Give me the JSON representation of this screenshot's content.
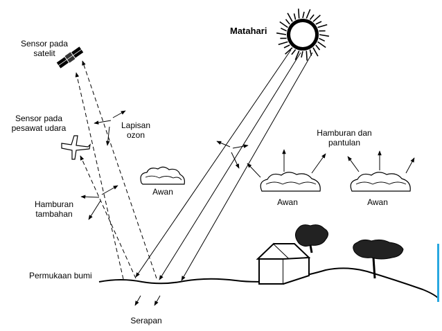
{
  "labels": {
    "sun": "Matahari",
    "satellite_sensor": [
      "Sensor pada",
      "satelit"
    ],
    "aircraft_sensor": [
      "Sensor pada",
      "pesawat udara"
    ],
    "ozone_layer": [
      "Lapisan",
      "ozon"
    ],
    "cloud_1": "Awan",
    "cloud_2": "Awan",
    "cloud_3": "Awan",
    "scatter_reflect": [
      "Hamburan dan",
      "pantulan"
    ],
    "extra_scatter": [
      "Hamburan",
      "tambahan"
    ],
    "earth_surface": "Permukaan bumi",
    "absorption": "Serapan"
  },
  "colors": {
    "ink": "#000000",
    "accent": "#29a8e0",
    "background": "#ffffff"
  },
  "icons": [
    "sun-icon",
    "satellite-icon",
    "airplane-icon",
    "cloud-icon",
    "house-icon",
    "tree-icon"
  ]
}
